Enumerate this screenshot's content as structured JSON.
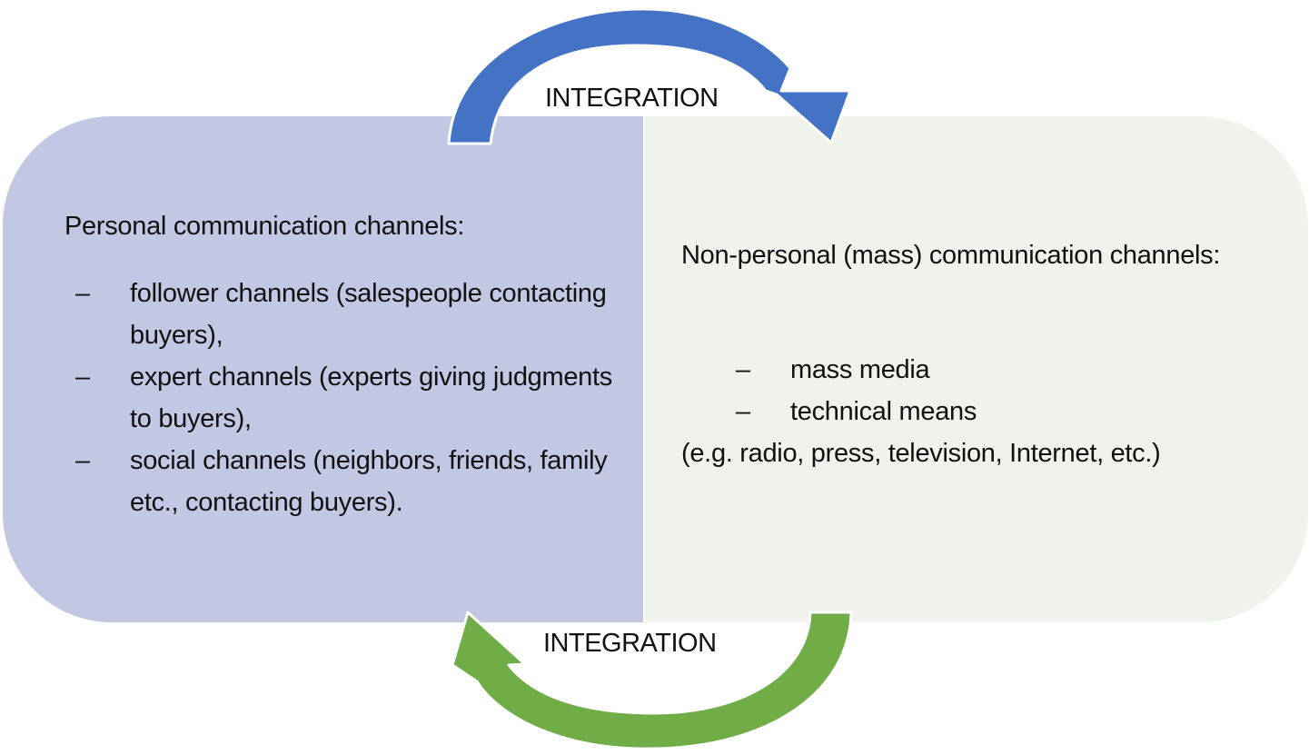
{
  "diagram": {
    "left_panel": {
      "heading": "Personal communication channels",
      "heading_suffix": ":",
      "items": [
        {
          "bullet": "–",
          "text": "follower channels (salespeople contacting buyers),"
        },
        {
          "bullet": "–",
          "text": "expert channels (experts giving judgments to buyers),"
        },
        {
          "bullet": "–",
          "text": "social channels (neighbors, friends, family etc., contacting buyers)."
        }
      ],
      "color": "#c2c8e3"
    },
    "right_panel": {
      "heading": "Non-personal (mass) communication channels:",
      "items": [
        {
          "bullet": "–",
          "text": "mass media"
        },
        {
          "bullet": "–",
          "text": "technical means"
        }
      ],
      "note": "(e.g. radio, press, television, Internet, etc.)",
      "color": "#f0f2ec"
    },
    "top_arrow": {
      "label": "INTEGRATION",
      "direction": "left-to-right",
      "icon": "curved-arrow-right-icon",
      "color": "#4472c4"
    },
    "bottom_arrow": {
      "label": "INTEGRATION",
      "direction": "right-to-left",
      "icon": "curved-arrow-left-icon",
      "color": "#70ad47"
    }
  }
}
